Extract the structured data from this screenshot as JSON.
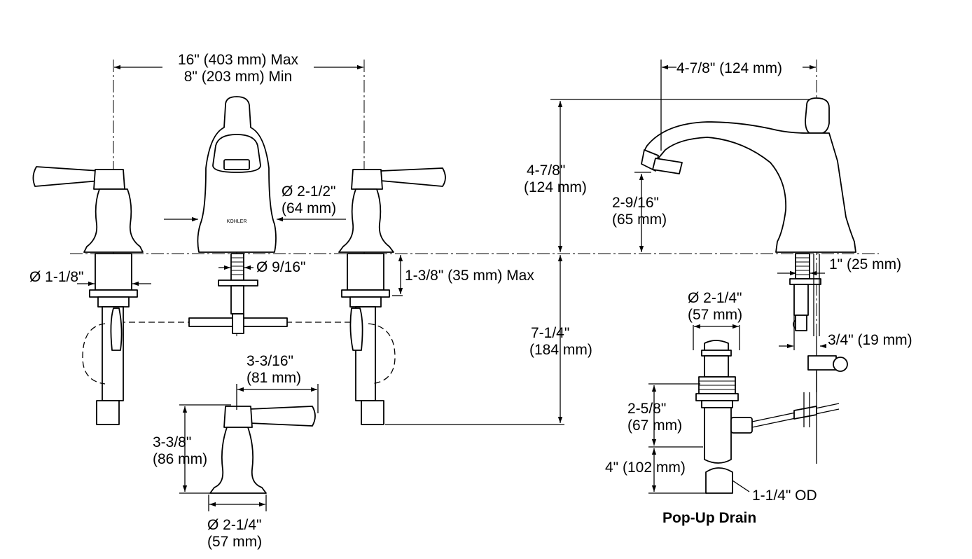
{
  "dimensions": {
    "spread_max": "16\" (403 mm) Max",
    "spread_min": "8\" (203 mm) Min",
    "spout_reach": "4-7/8\" (124 mm)",
    "spout_height_line1": "4-7/8\"",
    "spout_height_line2": "(124 mm)",
    "spout_base_dia_line1": "Ø 2-1/2\"",
    "spout_base_dia_line2": "(64 mm)",
    "spout_outlet_height_line1": "2-9/16\"",
    "spout_outlet_height_line2": "(65 mm)",
    "handle_shank_dia": "Ø 1-1/8\"",
    "spout_shank_dia": "Ø 9/16\"",
    "max_deck_thickness": "1-3/8\" (35 mm) Max",
    "below_deck_line1": "7-1/4\"",
    "below_deck_line2": "(184 mm)",
    "lift_rod_offset": "1\" (25 mm)",
    "lift_rod_dia": "3/4\" (19 mm)",
    "drain_flange_dia_line1": "Ø 2-1/4\"",
    "drain_flange_dia_line2": "(57 mm)",
    "handle_length_line1": "3-3/16\"",
    "handle_length_line2": "(81 mm)",
    "handle_height_line1": "3-3/8\"",
    "handle_height_line2": "(86 mm)",
    "handle_base_dia_line1": "Ø 2-1/4\"",
    "handle_base_dia_line2": "(57 mm)",
    "drain_body_line1": "2-5/8\"",
    "drain_body_line2": "(67 mm)",
    "tailpiece_length": "4\" (102 mm)",
    "tailpiece_od": "1-1/4\" OD"
  },
  "captions": {
    "pop_up_drain": "Pop-Up Drain",
    "brand_mark": "KOHLER"
  }
}
